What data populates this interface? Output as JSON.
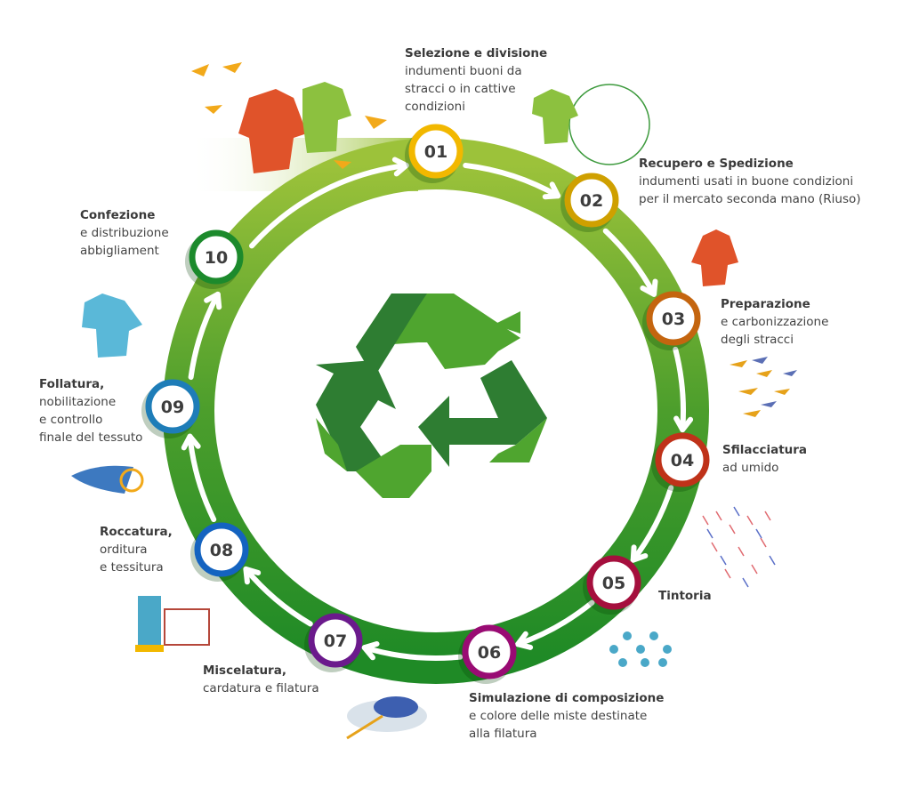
{
  "steps": [
    {
      "number": "01",
      "color": "#f2b800",
      "title": "Selezione e divisione",
      "lines": [
        "indumenti buoni da",
        "stracci o in cattive",
        "condizioni"
      ]
    },
    {
      "number": "02",
      "color": "#cfa000",
      "title": "Recupero e Spedizione",
      "lines": [
        "indumenti usati in buone condizioni",
        "per il mercato seconda mano (Riuso)"
      ]
    },
    {
      "number": "03",
      "color": "#c4650f",
      "title": "Preparazione",
      "lines": [
        "e carbonizzazione",
        "degli stracci"
      ]
    },
    {
      "number": "04",
      "color": "#bf3219",
      "title": "Sfilacciatura",
      "lines": [
        "ad umido"
      ]
    },
    {
      "number": "05",
      "color": "#a50f3d",
      "title": "Tintoria",
      "lines": []
    },
    {
      "number": "06",
      "color": "#990b73",
      "title": "Simulazione di composizione",
      "lines": [
        "e colore delle miste destinate",
        "alla filatura"
      ]
    },
    {
      "number": "07",
      "color": "#6b1a8c",
      "title": "Miscelatura,",
      "lines": [
        "cardatura e filatura"
      ]
    },
    {
      "number": "08",
      "color": "#1463c0",
      "title": "Roccatura,",
      "lines": [
        "orditura",
        "e tessitura"
      ]
    },
    {
      "number": "09",
      "color": "#1e7db8",
      "title": "Follatura,",
      "lines": [
        "nobilitazione",
        "e controllo",
        "finale del tessuto"
      ]
    },
    {
      "number": "10",
      "color": "#1c8a2c",
      "title": "Confezione",
      "lines": [
        "e distribuzione",
        "abbigliament"
      ]
    }
  ],
  "center_icon": "recycle-icon"
}
